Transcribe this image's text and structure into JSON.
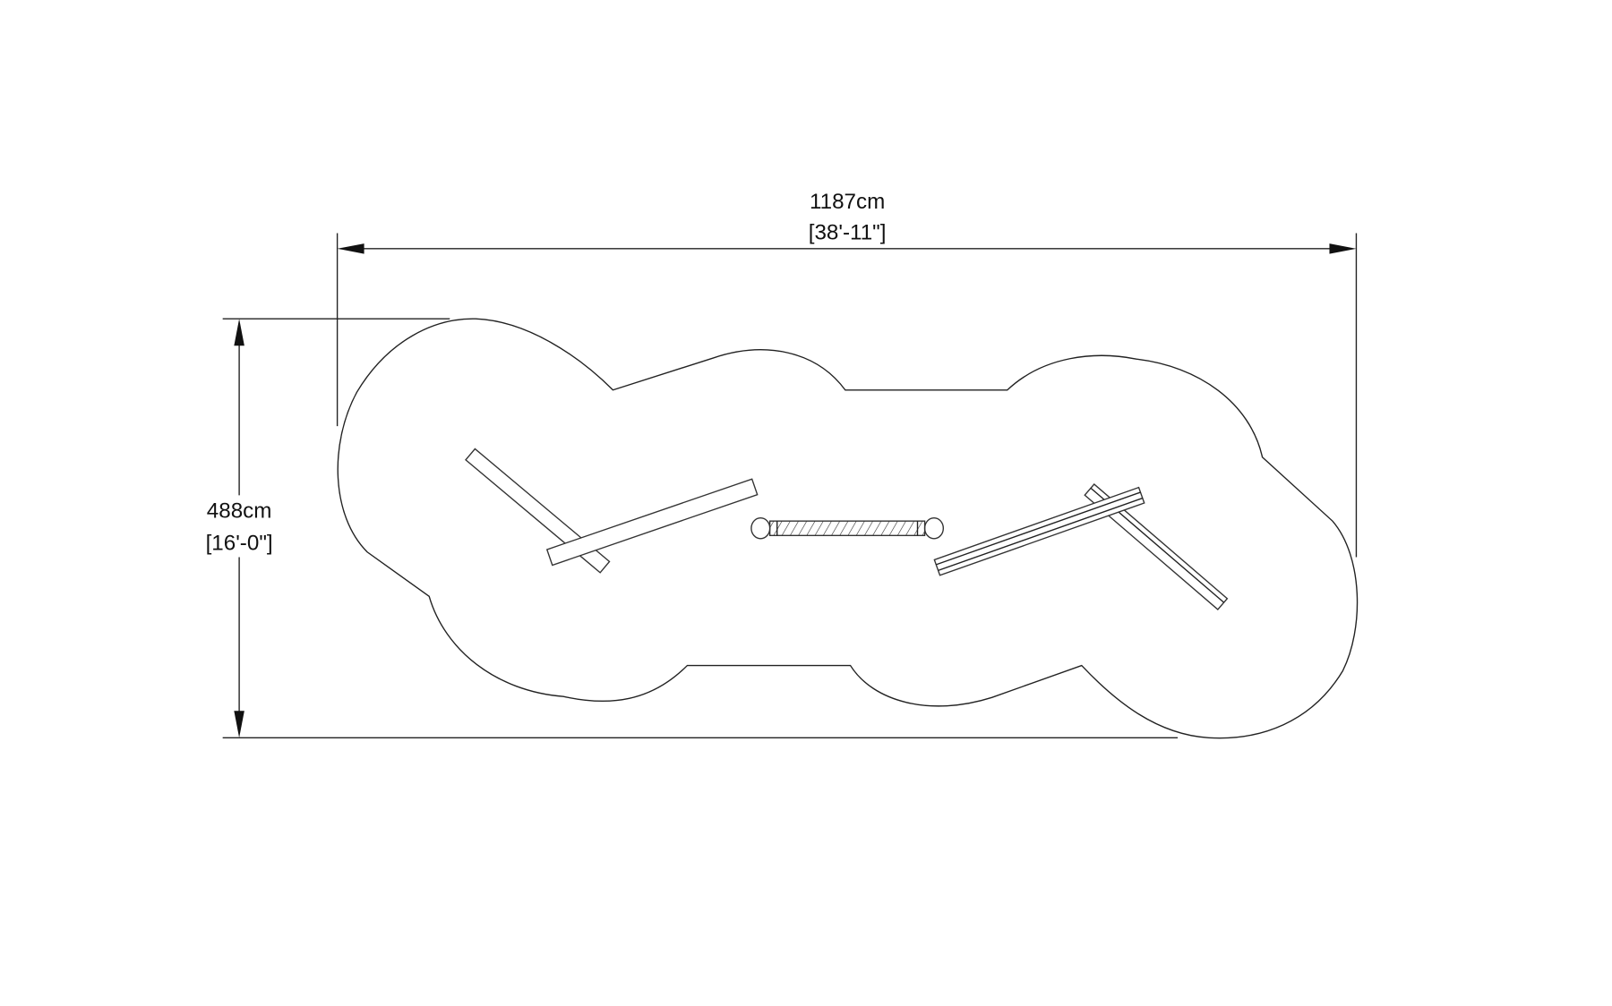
{
  "drawing": {
    "width_dimension": {
      "metric": "1187cm",
      "imperial": "[38'-11\"]"
    },
    "height_dimension": {
      "metric": "488cm",
      "imperial": "[16'-0\"]"
    },
    "elements": [
      "balance-beam-left-1",
      "balance-beam-left-2",
      "twisted-rope-beam",
      "balance-beam-right-1",
      "balance-beam-right-2"
    ]
  }
}
